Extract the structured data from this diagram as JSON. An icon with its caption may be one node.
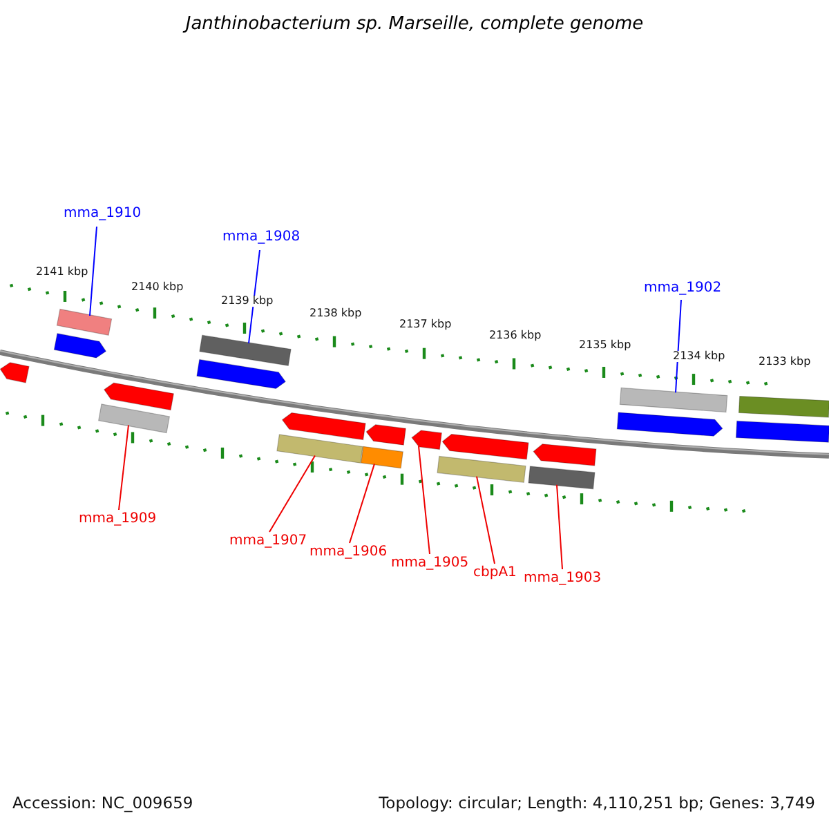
{
  "diagram": {
    "title": "Janthinobacterium sp. Marseille, complete genome",
    "nodes": [
      {
        "text": [
          "mma_1910"
        ]
      },
      {
        "text": [
          "mma_1908"
        ]
      },
      {
        "text": [
          "mma_1902"
        ]
      },
      {
        "text": [
          "mma_1909"
        ]
      },
      {
        "text": [
          "mma_1907"
        ]
      },
      {
        "text": [
          "mma_1906"
        ]
      },
      {
        "text": [
          "mma_1905"
        ]
      },
      {
        "text": [
          "cbpA1"
        ]
      },
      {
        "text": [
          "mma_1903"
        ]
      },
      {
        "text": [],
        "shape": "bar"
      },
      {
        "text": [],
        "shape": "bar"
      },
      {
        "text": [],
        "shape": "bar"
      },
      {
        "text": [],
        "shape": "bar"
      },
      {
        "text": [],
        "shape": "bar"
      },
      {
        "text": [],
        "shape": "arrow"
      },
      {
        "text": [],
        "shape": "bar"
      },
      {
        "text": [],
        "shape": "bar"
      },
      {
        "text": [],
        "shape": "bar"
      },
      {
        "text": [],
        "shape": "arrow"
      },
      {
        "text": [],
        "shape": "arrow"
      },
      {
        "text": [],
        "shape": "bar"
      }
    ],
    "edges": [
      {
        "from": 0,
        "to": 9,
        "arrow": "none",
        "color": "#0000ff"
      },
      {
        "from": 1,
        "to": 11,
        "arrow": "none",
        "color": "#0000ff"
      },
      {
        "from": 2,
        "to": 17,
        "arrow": "none",
        "color": "#0000ff"
      },
      {
        "from": 3,
        "to": 10,
        "arrow": "none"
      },
      {
        "from": 4,
        "to": 12,
        "arrow": "none"
      },
      {
        "from": 5,
        "to": 13,
        "arrow": "none"
      },
      {
        "from": 6,
        "to": 14,
        "arrow": "none"
      },
      {
        "from": 7,
        "to": 15,
        "arrow": "none"
      },
      {
        "from": 8,
        "to": 16,
        "arrow": "none"
      }
    ],
    "labels": [
      "2141 kbp",
      "2140 kbp",
      "2139 kbp",
      "2138 kbp",
      "2137 kbp",
      "2136 kbp",
      "2135 kbp",
      "2134 kbp",
      "2133 kbp",
      "Accession: NC_009659",
      "Topology: circular; Length: 4,110,251 bp; Genes: 3,749"
    ]
  }
}
